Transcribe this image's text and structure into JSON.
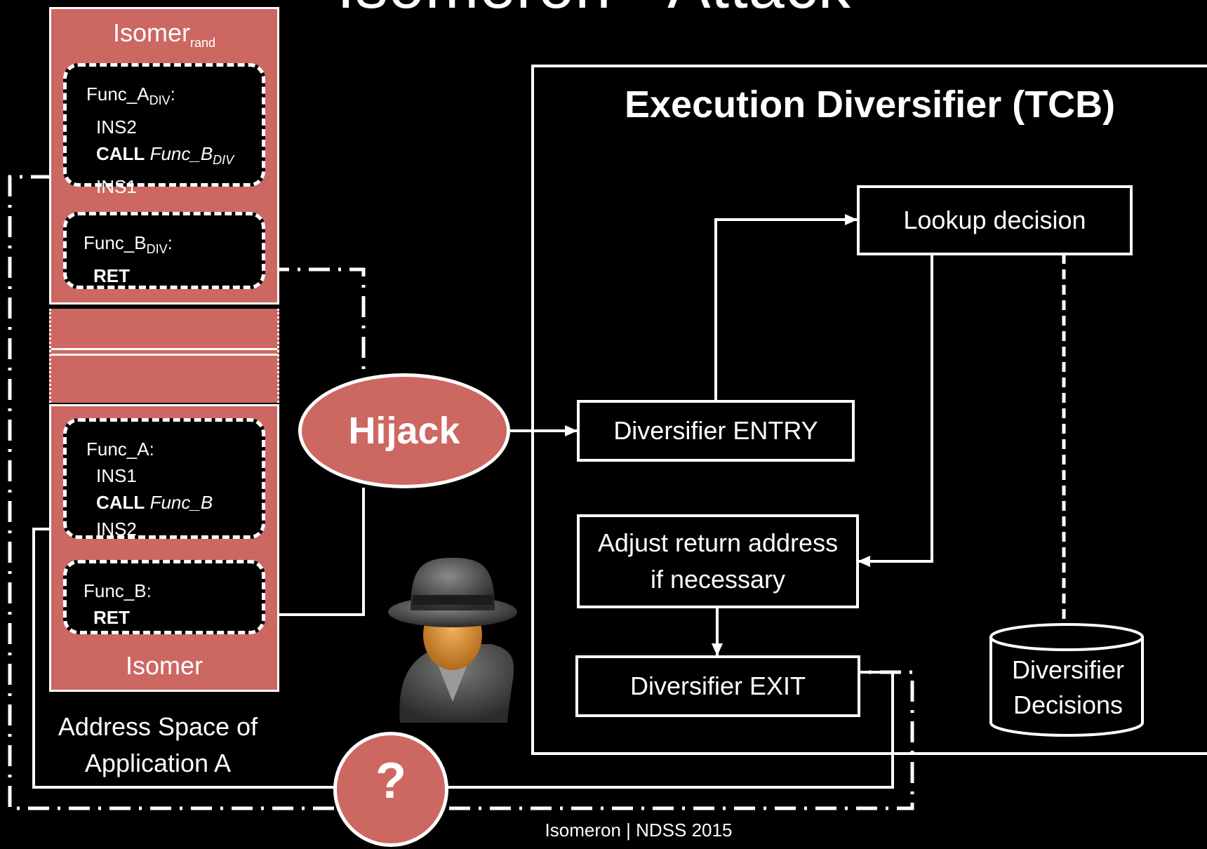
{
  "title": "Isomeron - Attack",
  "isomer_rand_label": {
    "base": "Isomer",
    "sub": "rand"
  },
  "isomer_label": "Isomer",
  "func_a_div": {
    "name": "Func_A",
    "name_sub": "DIV",
    "suffix": ":",
    "line1": "INS2",
    "call_kw": "CALL",
    "call_target": "Func_B",
    "call_target_sub": "DIV",
    "line3": "INS1"
  },
  "func_b_div": {
    "name": "Func_B",
    "name_sub": "DIV",
    "suffix": ":",
    "ret": "RET"
  },
  "func_a": {
    "header": "Func_A:",
    "line1": "INS1",
    "call_kw": "CALL",
    "call_target": "Func_B",
    "line3": "INS2"
  },
  "func_b": {
    "header": "Func_B:",
    "ret": "RET"
  },
  "address_space": {
    "line1": "Address Space of",
    "line2": "Application A"
  },
  "hijack_label": "Hijack",
  "question_label": "?",
  "tcb_title": "Execution Diversifier (TCB)",
  "entry_label": "Diversifier ENTRY",
  "lookup_label": "Lookup decision",
  "adjust_label": {
    "line1": "Adjust return address",
    "line2": "if necessary"
  },
  "exit_label": "Diversifier EXIT",
  "decisions_label": {
    "line1": "Diversifier",
    "line2": "Decisions"
  },
  "footer": "Isomeron | NDSS 2015",
  "colors": {
    "background": "#000000",
    "accent": "#cd6762",
    "stroke": "#ffffff"
  },
  "icons": {
    "attacker": "hacker-icon"
  }
}
